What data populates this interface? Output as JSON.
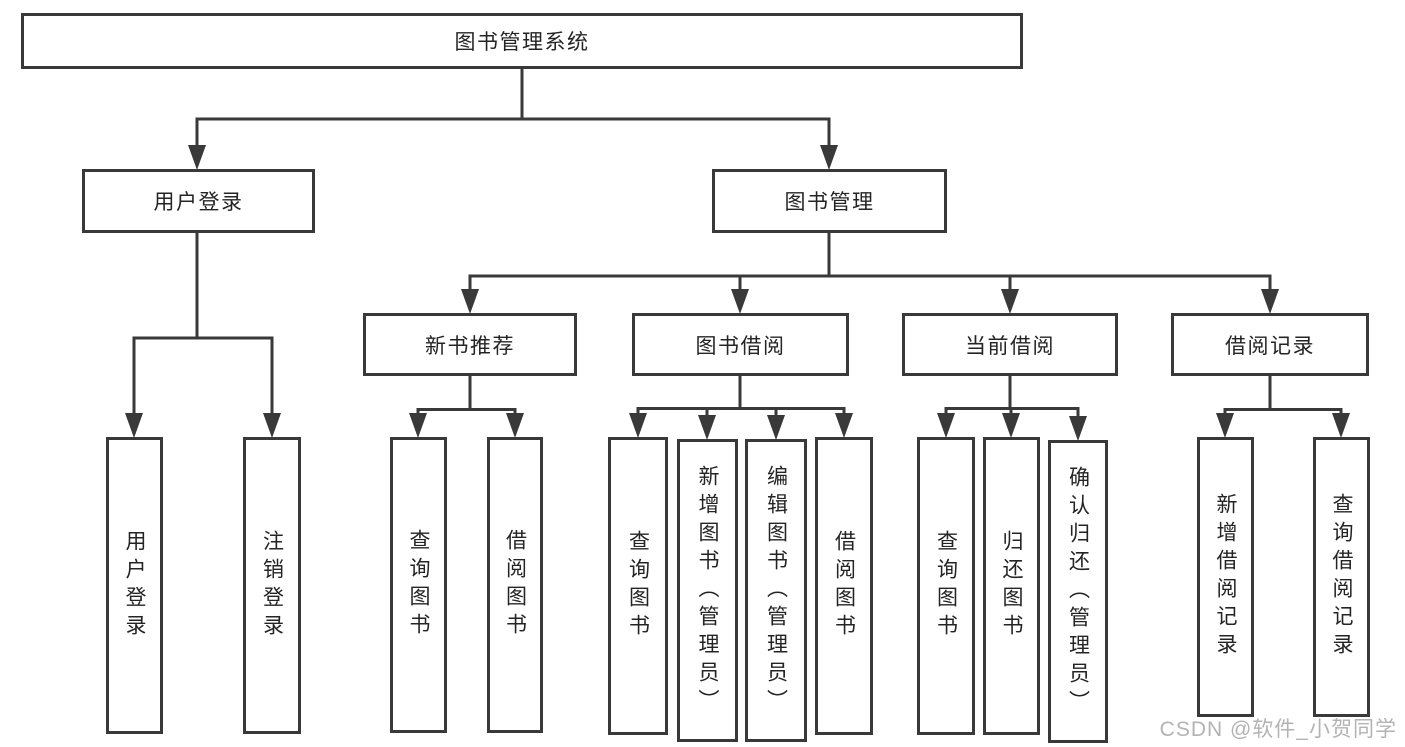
{
  "diagram": {
    "title": "图书管理系统",
    "nodes": {
      "root": "图书管理系统",
      "user_login": "用户登录",
      "book_mgmt": "图书管理",
      "new_book_rec": "新书推荐",
      "book_borrow": "图书借阅",
      "current_borrow": "当前借阅",
      "borrow_records": "借阅记录",
      "ul_login": "用户登录",
      "ul_logout": "注销登录",
      "nb_query": "查询图书",
      "nb_borrow": "借阅图书",
      "bb_query": "查询图书",
      "bb_add": "新增图书（管理员）",
      "bb_edit": "编辑图书（管理员）",
      "bb_borrow": "借阅图书",
      "cb_query": "查询图书",
      "cb_return": "归还图书",
      "cb_confirm": "确认归还（管理员）",
      "br_add": "新增借阅记录",
      "br_query": "查询借阅记录"
    },
    "hierarchy": {
      "图书管理系统": {
        "用户登录": [
          "用户登录",
          "注销登录"
        ],
        "图书管理": {
          "新书推荐": [
            "查询图书",
            "借阅图书"
          ],
          "图书借阅": [
            "查询图书",
            "新增图书（管理员）",
            "编辑图书（管理员）",
            "借阅图书"
          ],
          "当前借阅": [
            "查询图书",
            "归还图书",
            "确认归还（管理员）"
          ],
          "借阅记录": [
            "新增借阅记录",
            "查询借阅记录"
          ]
        }
      }
    }
  },
  "watermark": "CSDN @软件_小贺同学",
  "colors": {
    "border": "#393939",
    "line": "#393939",
    "text": "#242424",
    "watermark": "#b3b3b3",
    "background": "#ffffff"
  }
}
